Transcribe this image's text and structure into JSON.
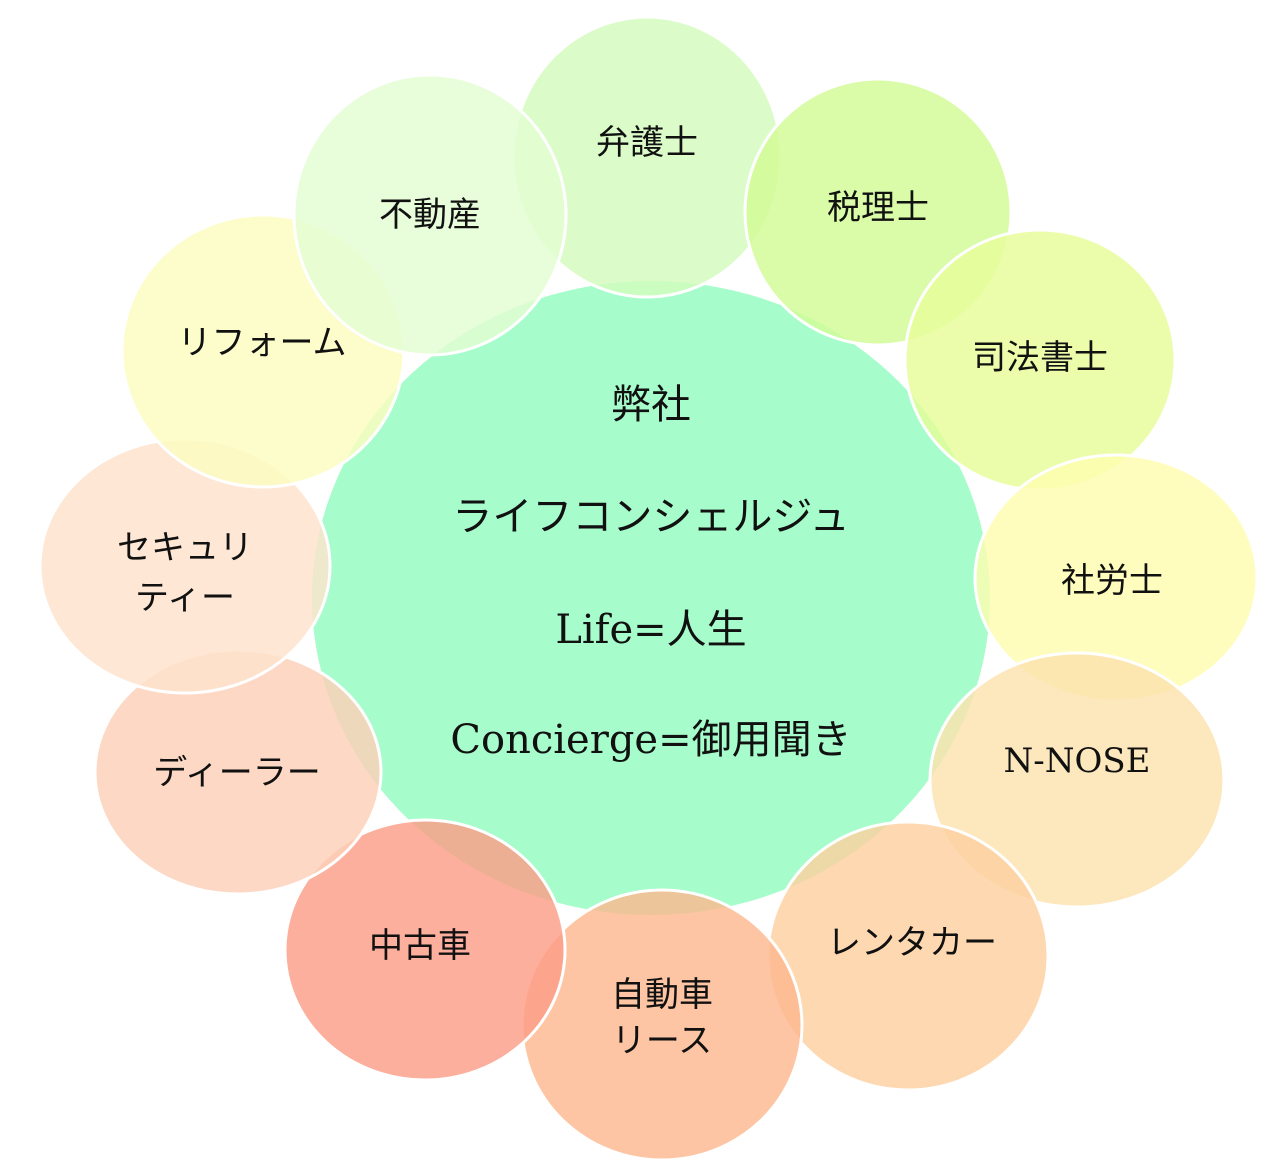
{
  "center": {
    "color": "#a2fcc8",
    "lines": [
      "弊社",
      "ライフコンシェルジュ",
      "Life=人生",
      "Concierge=御用聞き"
    ]
  },
  "nodes": [
    {
      "label": "弁護士",
      "color": "#d3fbbd"
    },
    {
      "label": "税理士",
      "color": "#d2fb96"
    },
    {
      "label": "司法書士",
      "color": "#e6fc98"
    },
    {
      "label": "社労士",
      "color": "#fefcb0"
    },
    {
      "label": "N-NOSE",
      "color": "#fde2ad"
    },
    {
      "label": "レンタカー",
      "color": "#fdd0a0"
    },
    {
      "label": "自動車",
      "label2": "リース",
      "color": "#fdb88f"
    },
    {
      "label": "中古車",
      "color": "#fc9e88"
    },
    {
      "label": "ディーラー",
      "color": "#fdcfb8"
    },
    {
      "label": "セキュリ",
      "label2": "ティー",
      "color": "#fee3cc"
    },
    {
      "label": "リフォーム",
      "color": "#fcfcc0"
    },
    {
      "label": "不動産",
      "color": "#e3fcd2"
    }
  ]
}
